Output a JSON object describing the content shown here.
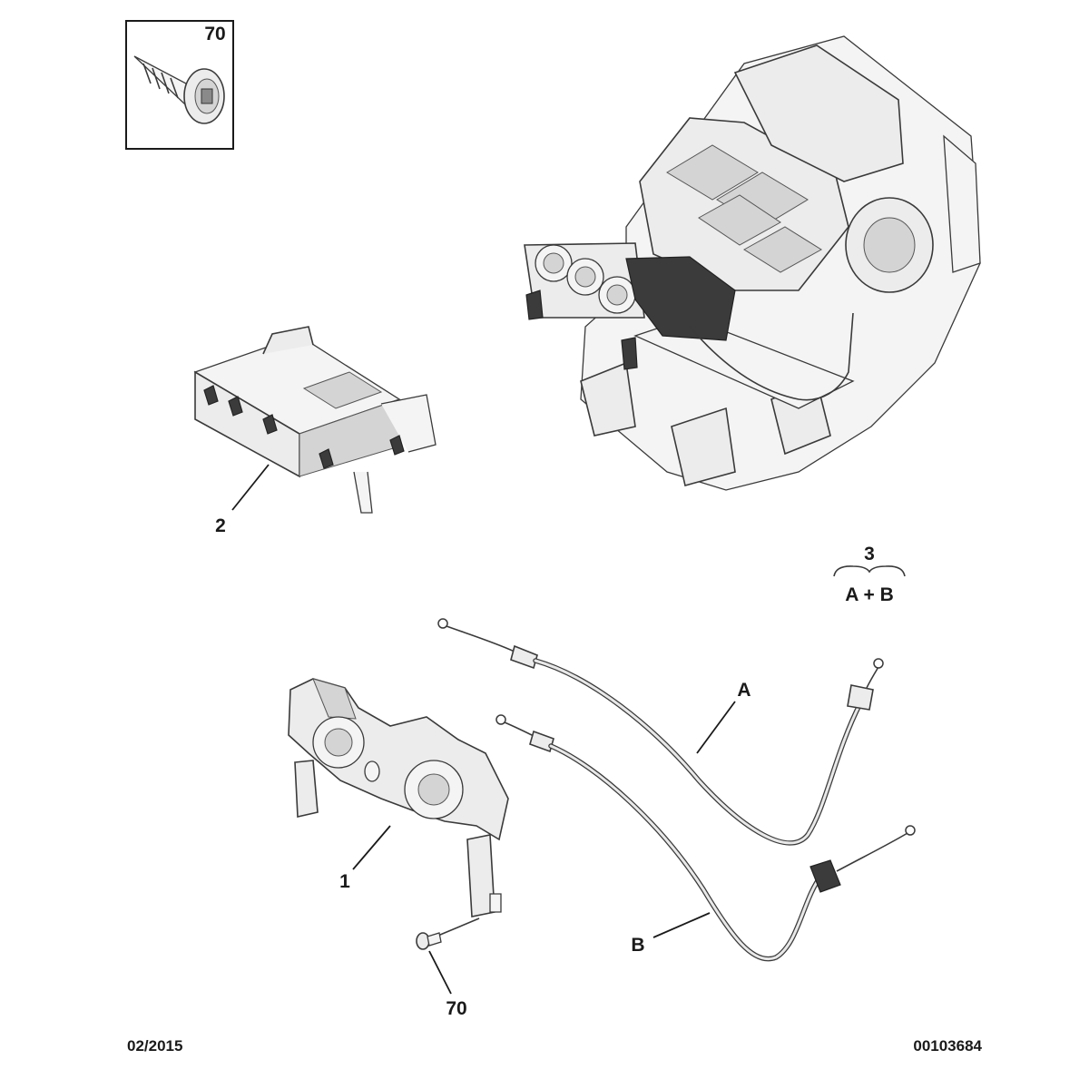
{
  "diagram": {
    "labels": {
      "fastener_box_ref": "70",
      "control_panel": "1",
      "module": "2",
      "cable_set": "3",
      "cable_set_composition": "A + B",
      "cable_a": "A",
      "cable_b": "B",
      "screw_ref": "70"
    },
    "footer": {
      "date": "02/2015",
      "document_number": "00103684"
    }
  }
}
